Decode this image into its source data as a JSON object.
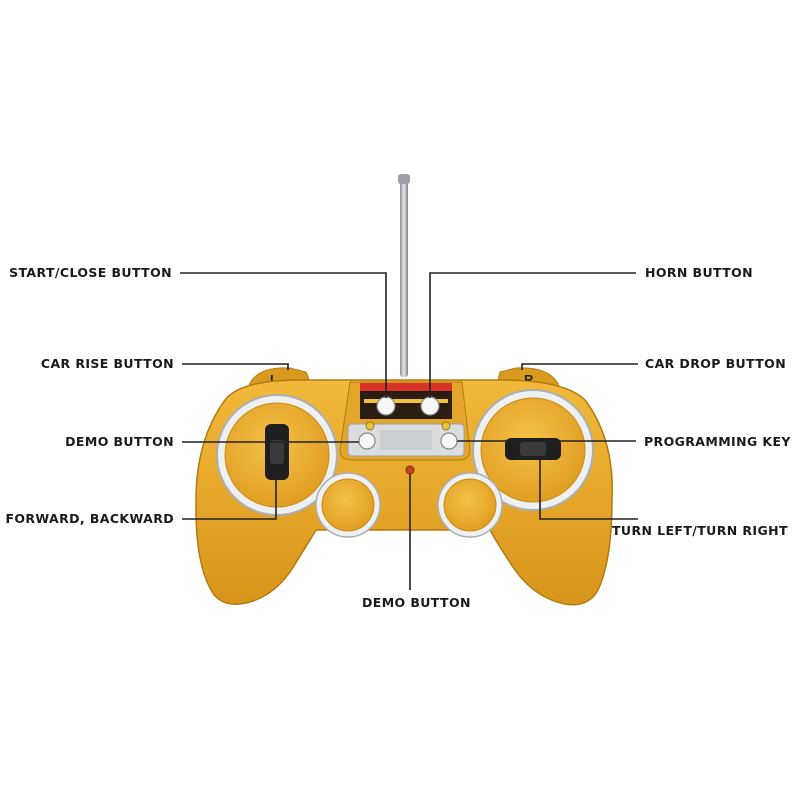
{
  "labels": {
    "start_close": "START/CLOSE BUTTON",
    "horn": "HORN BUTTON",
    "car_rise": "CAR RISE BUTTON",
    "car_drop": "CAR DROP BUTTON",
    "demo_left": "DEMO BUTTON",
    "programming": "PROGRAMMING KEY",
    "forward_backward": "FORWARD, BACKWARD",
    "turn": "TURN LEFT/TURN RIGHT",
    "demo_bottom": "DEMO BUTTON"
  },
  "shoulder_marks": {
    "left": "L",
    "right": "R"
  },
  "colors": {
    "body": "#e9a92a",
    "body_dark": "#c98a14",
    "ring": "#e8ecef",
    "leader": "#222222",
    "panel": "#d9dde0"
  }
}
